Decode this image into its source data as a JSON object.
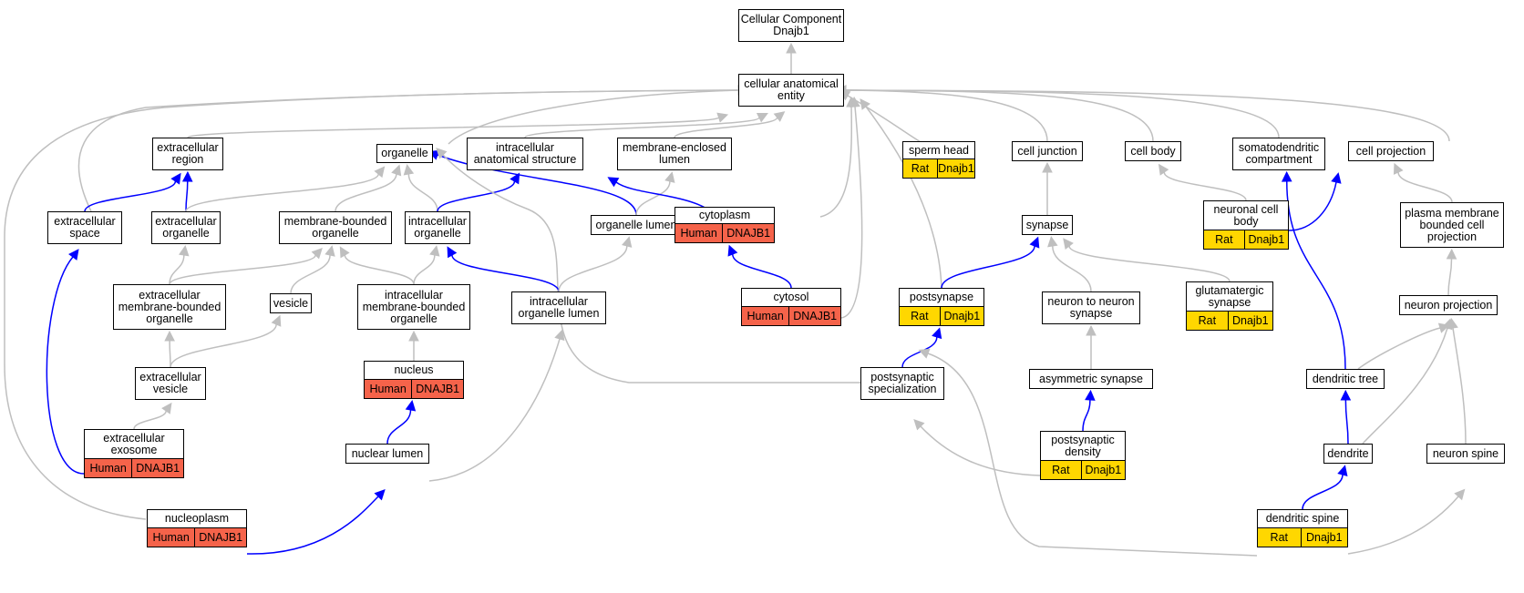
{
  "colors": {
    "gray_edge": "#bfbfbf",
    "blue_edge": "#0000ff",
    "human": "#f5634a",
    "rat": "#ffd700"
  },
  "nodes": {
    "root": {
      "lines": [
        "Cellular Component",
        "Dnajb1"
      ]
    },
    "cae": {
      "lines": [
        "cellular anatomical",
        "entity"
      ]
    },
    "extracellular_region": {
      "lines": [
        "extracellular",
        "region"
      ]
    },
    "organelle": {
      "lines": [
        "organelle"
      ]
    },
    "intracellular_anatomical_structure": {
      "lines": [
        "intracellular",
        "anatomical structure"
      ]
    },
    "membrane_enclosed_lumen": {
      "lines": [
        "membrane-enclosed",
        "lumen"
      ]
    },
    "sperm_head": {
      "lines": [
        "sperm head"
      ],
      "species": "Rat",
      "gene": "Dnajb1"
    },
    "cell_junction": {
      "lines": [
        "cell junction"
      ]
    },
    "cell_body": {
      "lines": [
        "cell body"
      ]
    },
    "somatodendritic_compartment": {
      "lines": [
        "somatodendritic",
        "compartment"
      ]
    },
    "cell_projection": {
      "lines": [
        "cell projection"
      ]
    },
    "extracellular_space": {
      "lines": [
        "extracellular",
        "space"
      ]
    },
    "extracellular_organelle": {
      "lines": [
        "extracellular",
        "organelle"
      ]
    },
    "membrane_bounded_organelle": {
      "lines": [
        "membrane-bounded",
        "organelle"
      ]
    },
    "intracellular_organelle": {
      "lines": [
        "intracellular",
        "organelle"
      ]
    },
    "organelle_lumen": {
      "lines": [
        "organelle lumen"
      ]
    },
    "cytoplasm": {
      "lines": [
        "cytoplasm"
      ],
      "species": "Human",
      "gene": "DNAJB1"
    },
    "synapse": {
      "lines": [
        "synapse"
      ]
    },
    "neuronal_cell_body": {
      "lines": [
        "neuronal cell",
        "body"
      ],
      "species": "Rat",
      "gene": "Dnajb1"
    },
    "plasma_membrane_bounded_cell_projection": {
      "lines": [
        "plasma membrane",
        "bounded cell",
        "projection"
      ]
    },
    "extracellular_membrane_bounded_organelle": {
      "lines": [
        "extracellular",
        "membrane-bounded",
        "organelle"
      ]
    },
    "vesicle": {
      "lines": [
        "vesicle"
      ]
    },
    "intracellular_membrane_bounded_organelle": {
      "lines": [
        "intracellular",
        "membrane-bounded",
        "organelle"
      ]
    },
    "intracellular_organelle_lumen": {
      "lines": [
        "intracellular",
        "organelle lumen"
      ]
    },
    "cytosol": {
      "lines": [
        "cytosol"
      ],
      "species": "Human",
      "gene": "DNAJB1"
    },
    "postsynapse": {
      "lines": [
        "postsynapse"
      ],
      "species": "Rat",
      "gene": "Dnajb1"
    },
    "neuron_to_neuron_synapse": {
      "lines": [
        "neuron to neuron",
        "synapse"
      ]
    },
    "glutamatergic_synapse": {
      "lines": [
        "glutamatergic",
        "synapse"
      ],
      "species": "Rat",
      "gene": "Dnajb1"
    },
    "neuron_projection": {
      "lines": [
        "neuron projection"
      ]
    },
    "extracellular_vesicle": {
      "lines": [
        "extracellular",
        "vesicle"
      ]
    },
    "nucleus": {
      "lines": [
        "nucleus"
      ],
      "species": "Human",
      "gene": "DNAJB1"
    },
    "postsynaptic_specialization": {
      "lines": [
        "postsynaptic",
        "specialization"
      ]
    },
    "asymmetric_synapse": {
      "lines": [
        "asymmetric synapse"
      ]
    },
    "dendritic_tree": {
      "lines": [
        "dendritic tree"
      ]
    },
    "extracellular_exosome": {
      "lines": [
        "extracellular",
        "exosome"
      ],
      "species": "Human",
      "gene": "DNAJB1"
    },
    "nuclear_lumen": {
      "lines": [
        "nuclear lumen"
      ]
    },
    "postsynaptic_density": {
      "lines": [
        "postsynaptic",
        "density"
      ],
      "species": "Rat",
      "gene": "Dnajb1"
    },
    "dendrite": {
      "lines": [
        "dendrite"
      ]
    },
    "neuron_spine": {
      "lines": [
        "neuron spine"
      ]
    },
    "nucleoplasm": {
      "lines": [
        "nucleoplasm"
      ],
      "species": "Human",
      "gene": "DNAJB1"
    },
    "dendritic_spine": {
      "lines": [
        "dendritic spine"
      ],
      "species": "Rat",
      "gene": "Dnajb1"
    }
  },
  "edges": [
    {
      "from": "cae",
      "to": "root",
      "type": "is_a"
    },
    {
      "from": "extracellular_region",
      "to": "cae",
      "type": "is_a"
    },
    {
      "from": "organelle",
      "to": "cae",
      "type": "is_a"
    },
    {
      "from": "intracellular_anatomical_structure",
      "to": "cae",
      "type": "is_a"
    },
    {
      "from": "membrane_enclosed_lumen",
      "to": "cae",
      "type": "is_a"
    },
    {
      "from": "sperm_head",
      "to": "cae",
      "type": "is_a"
    },
    {
      "from": "cell_junction",
      "to": "cae",
      "type": "is_a"
    },
    {
      "from": "cell_body",
      "to": "cae",
      "type": "is_a"
    },
    {
      "from": "somatodendritic_compartment",
      "to": "cae",
      "type": "is_a"
    },
    {
      "from": "cell_projection",
      "to": "cae",
      "type": "is_a"
    },
    {
      "from": "extracellular_space",
      "to": "cae",
      "type": "is_a"
    },
    {
      "from": "nucleoplasm",
      "to": "cae",
      "type": "is_a"
    },
    {
      "from": "cytoplasm",
      "to": "cae",
      "type": "is_a"
    },
    {
      "from": "cytosol",
      "to": "cae",
      "type": "is_a"
    },
    {
      "from": "postsynapse",
      "to": "cae",
      "type": "is_a"
    },
    {
      "from": "extracellular_space",
      "to": "extracellular_region",
      "type": "part_of"
    },
    {
      "from": "extracellular_organelle",
      "to": "extracellular_region",
      "type": "part_of"
    },
    {
      "from": "extracellular_organelle",
      "to": "organelle",
      "type": "is_a"
    },
    {
      "from": "membrane_bounded_organelle",
      "to": "organelle",
      "type": "is_a"
    },
    {
      "from": "intracellular_organelle",
      "to": "organelle",
      "type": "is_a"
    },
    {
      "from": "intracellular_organelle",
      "to": "intracellular_anatomical_structure",
      "type": "part_of"
    },
    {
      "from": "organelle_lumen",
      "to": "organelle",
      "type": "part_of"
    },
    {
      "from": "organelle_lumen",
      "to": "membrane_enclosed_lumen",
      "type": "is_a"
    },
    {
      "from": "cytoplasm",
      "to": "intracellular_anatomical_structure",
      "type": "part_of"
    },
    {
      "from": "postsynaptic_specialization",
      "to": "organelle",
      "type": "is_a"
    },
    {
      "from": "synapse",
      "to": "cell_junction",
      "type": "is_a"
    },
    {
      "from": "neuronal_cell_body",
      "to": "cell_body",
      "type": "is_a"
    },
    {
      "from": "neuronal_cell_body",
      "to": "somatodendritic_compartment",
      "type": "part_of"
    },
    {
      "from": "plasma_membrane_bounded_cell_projection",
      "to": "cell_projection",
      "type": "is_a"
    },
    {
      "from": "extracellular_membrane_bounded_organelle",
      "to": "extracellular_organelle",
      "type": "is_a"
    },
    {
      "from": "extracellular_membrane_bounded_organelle",
      "to": "membrane_bounded_organelle",
      "type": "is_a"
    },
    {
      "from": "vesicle",
      "to": "membrane_bounded_organelle",
      "type": "is_a"
    },
    {
      "from": "intracellular_membrane_bounded_organelle",
      "to": "membrane_bounded_organelle",
      "type": "is_a"
    },
    {
      "from": "intracellular_membrane_bounded_organelle",
      "to": "intracellular_organelle",
      "type": "is_a"
    },
    {
      "from": "intracellular_organelle_lumen",
      "to": "intracellular_organelle",
      "type": "part_of"
    },
    {
      "from": "intracellular_organelle_lumen",
      "to": "organelle_lumen",
      "type": "is_a"
    },
    {
      "from": "cytosol",
      "to": "cytoplasm",
      "type": "part_of"
    },
    {
      "from": "postsynapse",
      "to": "synapse",
      "type": "part_of"
    },
    {
      "from": "neuron_to_neuron_synapse",
      "to": "synapse",
      "type": "is_a"
    },
    {
      "from": "glutamatergic_synapse",
      "to": "synapse",
      "type": "is_a"
    },
    {
      "from": "neuron_projection",
      "to": "plasma_membrane_bounded_cell_projection",
      "type": "is_a"
    },
    {
      "from": "extracellular_vesicle",
      "to": "extracellular_membrane_bounded_organelle",
      "type": "is_a"
    },
    {
      "from": "extracellular_vesicle",
      "to": "vesicle",
      "type": "is_a"
    },
    {
      "from": "nucleus",
      "to": "intracellular_membrane_bounded_organelle",
      "type": "is_a"
    },
    {
      "from": "postsynaptic_specialization",
      "to": "postsynapse",
      "type": "part_of"
    },
    {
      "from": "asymmetric_synapse",
      "to": "neuron_to_neuron_synapse",
      "type": "is_a"
    },
    {
      "from": "dendritic_tree",
      "to": "somatodendritic_compartment",
      "type": "part_of"
    },
    {
      "from": "dendritic_tree",
      "to": "neuron_projection",
      "type": "is_a"
    },
    {
      "from": "extracellular_exosome",
      "to": "extracellular_space",
      "type": "part_of"
    },
    {
      "from": "extracellular_exosome",
      "to": "extracellular_vesicle",
      "type": "is_a"
    },
    {
      "from": "nuclear_lumen",
      "to": "nucleus",
      "type": "part_of"
    },
    {
      "from": "nuclear_lumen",
      "to": "intracellular_organelle_lumen",
      "type": "is_a"
    },
    {
      "from": "postsynaptic_density",
      "to": "postsynaptic_specialization",
      "type": "is_a"
    },
    {
      "from": "postsynaptic_density",
      "to": "asymmetric_synapse",
      "type": "part_of"
    },
    {
      "from": "dendrite",
      "to": "dendritic_tree",
      "type": "part_of"
    },
    {
      "from": "dendrite",
      "to": "neuron_projection",
      "type": "is_a"
    },
    {
      "from": "neuron_spine",
      "to": "neuron_projection",
      "type": "is_a"
    },
    {
      "from": "nucleoplasm",
      "to": "nuclear_lumen",
      "type": "part_of"
    },
    {
      "from": "dendritic_spine",
      "to": "dendrite",
      "type": "part_of"
    },
    {
      "from": "dendritic_spine",
      "to": "neuron_spine",
      "type": "is_a"
    },
    {
      "from": "dendritic_spine",
      "to": "postsynapse",
      "type": "is_a"
    }
  ]
}
